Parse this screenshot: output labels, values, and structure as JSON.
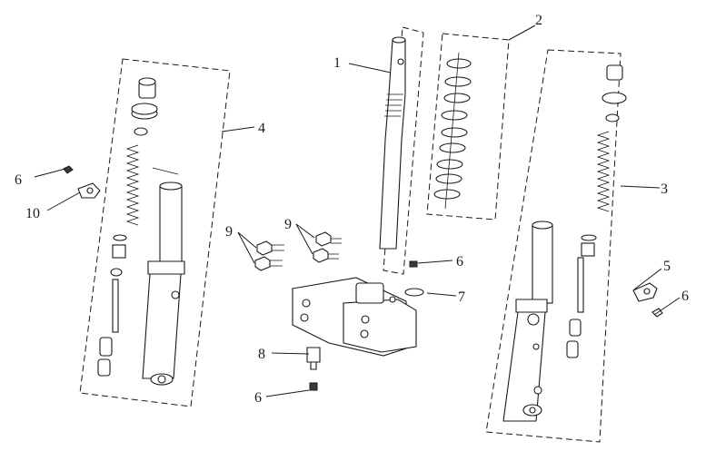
{
  "diagram": {
    "callouts": {
      "c1": "1",
      "c2": "2",
      "c3": "3",
      "c4": "4",
      "c5": "5",
      "c6a": "6",
      "c6b": "6",
      "c6c": "6",
      "c6d": "6",
      "c7": "7",
      "c8": "8",
      "c9a": "9",
      "c9b": "9",
      "c10": "10"
    }
  }
}
